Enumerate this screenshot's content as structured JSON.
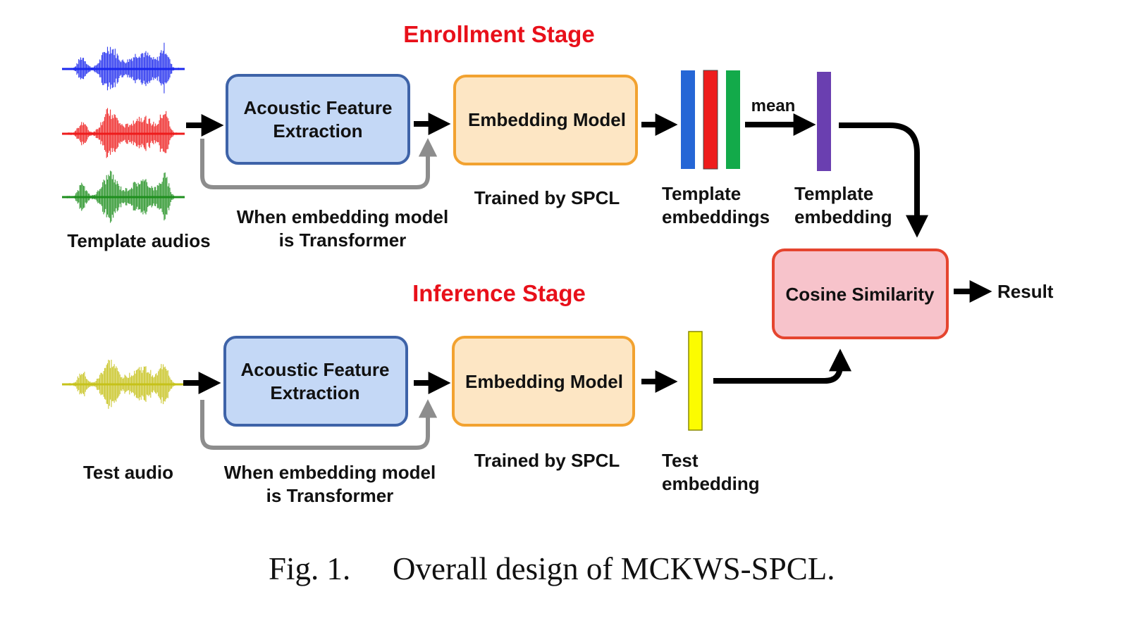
{
  "colors": {
    "stage_title": "#e8101a",
    "feature_box_fill": "#c4d8f6",
    "feature_box_stroke": "#3e63a8",
    "embedding_box_fill": "#fde6c4",
    "embedding_box_stroke": "#f2a230",
    "cosine_box_fill": "#f7c3cb",
    "cosine_box_stroke": "#e5452f",
    "arrow": "#000000",
    "bypass_arrow": "#8d8d8d",
    "wave_blue": "#1b28ee",
    "wave_red": "#ee1c1c",
    "wave_green": "#1e8f1e",
    "wave_yellow": "#c6c21a",
    "bar_blue": "#2566d6",
    "bar_red": "#ee1c1c",
    "bar_green": "#13aa4a",
    "bar_purple": "#6a3fb0",
    "bar_yellow": "#fcfc00"
  },
  "enrollment": {
    "title": "Enrollment Stage",
    "feature_box": [
      "Acoustic Feature",
      "Extraction"
    ],
    "embedding_box": "Embedding Model",
    "trained_label": "Trained by SPCL",
    "inputs_label": "Template audios",
    "bypass_label": [
      "When embedding model",
      "is Transformer"
    ],
    "template_embeddings_label": [
      "Template",
      "embeddings"
    ],
    "mean_label": "mean",
    "template_embedding_label": [
      "Template",
      "embedding"
    ]
  },
  "inference": {
    "title": "Inference Stage",
    "feature_box": [
      "Acoustic Feature",
      "Extraction"
    ],
    "embedding_box": "Embedding Model",
    "trained_label": "Trained by SPCL",
    "input_label": "Test audio",
    "bypass_label": [
      "When embedding model",
      "is Transformer"
    ],
    "test_embedding_label": [
      "Test",
      "embedding"
    ]
  },
  "cosine_box": "Cosine Similarity",
  "result_label": "Result",
  "caption": {
    "fig": "Fig. 1.",
    "text": "Overall design of MCKWS-SPCL."
  },
  "icons": [
    "waveform-icon",
    "arrow-right-icon",
    "bypass-arrow-icon",
    "arrow-down-icon",
    "arrow-up-icon"
  ]
}
